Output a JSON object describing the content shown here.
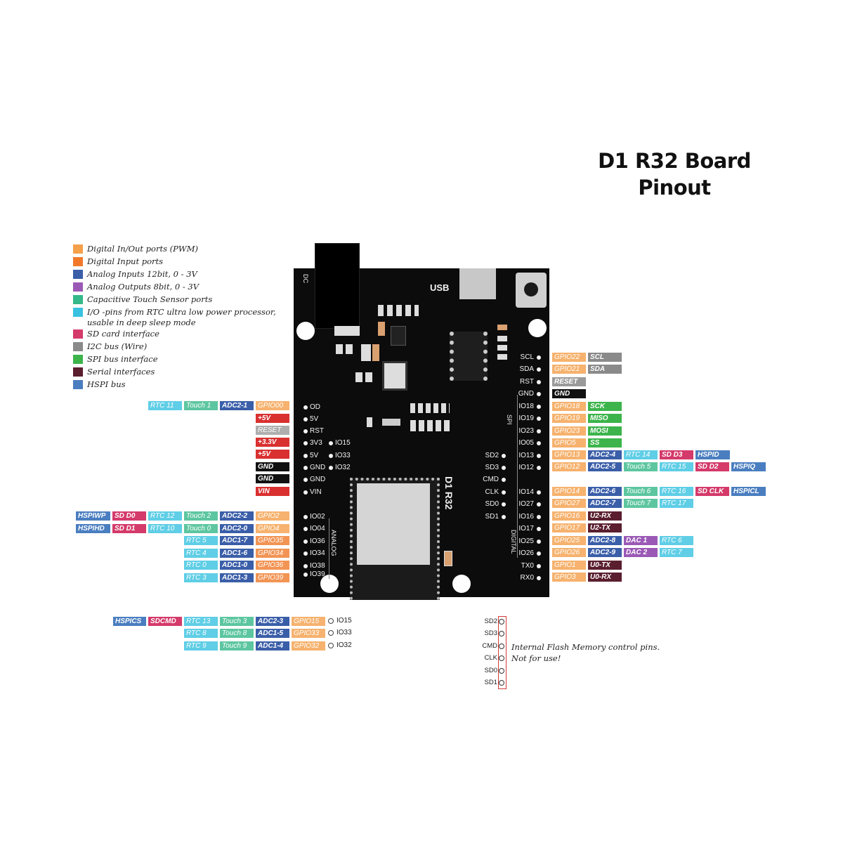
{
  "title": {
    "line1": "D1 R32 Board",
    "line2": "Pinout"
  },
  "colors": {
    "pwm": "#f5a04a",
    "input": "#f07a2a",
    "analog_in": "#3a5ea8",
    "analog_out": "#9b59b6",
    "touch": "#35b88a",
    "rtc": "#38c2e0",
    "sd": "#d43a6a",
    "i2c": "#8a8a8a",
    "spi": "#3cb44b",
    "serial": "#5a1e2e",
    "hspi": "#4a7ec0",
    "power": "#d93030",
    "gnd": "#111111",
    "reset": "#9a9a9a"
  },
  "legend": [
    {
      "text": "Digital In/Out ports (PWM)",
      "color": "#f5a04a"
    },
    {
      "text": "Digital Input ports",
      "color": "#f07a2a"
    },
    {
      "text": "Analog Inputs 12bit, 0 - 3V",
      "color": "#3a5ea8"
    },
    {
      "text": "Analog Outputs 8bit, 0 - 3V",
      "color": "#9b59b6"
    },
    {
      "text": "Capacitive Touch Sensor ports",
      "color": "#35b88a"
    },
    {
      "text": "I/O -pins from RTC ultra low power processor,",
      "text2": "usable in deep sleep mode",
      "color": "#38c2e0"
    },
    {
      "text": "SD card interface",
      "color": "#d43a6a"
    },
    {
      "text": "I2C bus (Wire)",
      "color": "#8a8a8a"
    },
    {
      "text": "SPI bus interface",
      "color": "#3cb44b"
    },
    {
      "text": "Serial interfaces",
      "color": "#5a1e2e"
    },
    {
      "text": "HSPI bus",
      "color": "#4a7ec0"
    }
  ],
  "board": {
    "usb": "USB",
    "dc": "DC",
    "name": "D1 R32",
    "spi": "SPI",
    "analog": "ANALOG",
    "digital": "DIGITAL",
    "left_pins": [
      "OD",
      "5V",
      "RST",
      "3V3",
      "5V",
      "GND",
      "GND",
      "VIN",
      "IO02",
      "IO04",
      "IO36",
      "IO34",
      "IO38",
      "IO39"
    ],
    "mid_pins": [
      "IO15",
      "IO33",
      "IO32"
    ],
    "inner_pins": [
      "SD2",
      "SD3",
      "CMD",
      "CLK",
      "SD0",
      "SD1"
    ],
    "right_pins": [
      "SCL",
      "SDA",
      "RST",
      "GND",
      "IO18",
      "IO19",
      "IO23",
      "IO05",
      "IO13",
      "IO12",
      "IO14",
      "IO27",
      "IO16",
      "IO17",
      "IO25",
      "IO26",
      "TX0",
      "RX0"
    ]
  },
  "left_tags": [
    [
      [
        "RTC 11",
        "rtc",
        1
      ],
      [
        "Touch 1",
        "touch",
        1
      ],
      [
        "ADC2-1",
        "analog_in",
        0
      ],
      [
        "GPIO00",
        "pwm",
        1
      ]
    ],
    [
      [
        "+5V",
        "power",
        0
      ]
    ],
    [
      [
        "RESET",
        "reset",
        1
      ]
    ],
    [
      [
        "+3.3V",
        "power",
        0
      ]
    ],
    [
      [
        "+5V",
        "power",
        0
      ]
    ],
    [
      [
        "GND",
        "gnd",
        0
      ]
    ],
    [
      [
        "GND",
        "gnd",
        0
      ]
    ],
    [
      [
        "VIN",
        "power",
        0
      ]
    ],
    [
      [
        "HSPIWP",
        "hspi",
        0
      ],
      [
        "SD D0",
        "sd",
        0
      ],
      [
        "RTC 12",
        "rtc",
        1
      ],
      [
        "Touch 2",
        "touch",
        1
      ],
      [
        "ADC2-2",
        "analog_in",
        0
      ],
      [
        "GPIO2",
        "pwm",
        1
      ]
    ],
    [
      [
        "HSPIHD",
        "hspi",
        0
      ],
      [
        "SD D1",
        "sd",
        0
      ],
      [
        "RTC 10",
        "rtc",
        1
      ],
      [
        "Touch 0",
        "touch",
        1
      ],
      [
        "ADC2-0",
        "analog_in",
        0
      ],
      [
        "GPIO4",
        "pwm",
        1
      ]
    ],
    [
      [
        "RTC 5",
        "rtc",
        1
      ],
      [
        "ADC1-7",
        "analog_in",
        0
      ],
      [
        "GPIO35",
        "input",
        1
      ]
    ],
    [
      [
        "RTC 4",
        "rtc",
        1
      ],
      [
        "ADC1-6",
        "analog_in",
        0
      ],
      [
        "GPIO34",
        "input",
        1
      ]
    ],
    [
      [
        "RTC 0",
        "rtc",
        1
      ],
      [
        "ADC1-0",
        "analog_in",
        0
      ],
      [
        "GPIO36",
        "input",
        1
      ]
    ],
    [
      [
        "RTC 3",
        "rtc",
        1
      ],
      [
        "ADC1-3",
        "analog_in",
        0
      ],
      [
        "GPIO39",
        "input",
        1
      ]
    ]
  ],
  "right_tags": [
    [
      [
        "GPIO22",
        "pwm",
        1
      ],
      [
        "SCL",
        "i2c",
        0
      ]
    ],
    [
      [
        "GPIO21",
        "pwm",
        1
      ],
      [
        "SDA",
        "i2c",
        0
      ]
    ],
    [
      [
        "RESET",
        "reset",
        0
      ]
    ],
    [
      [
        "GND",
        "gnd",
        0
      ]
    ],
    [
      [
        "GPIO18",
        "pwm",
        1
      ],
      [
        "SCK",
        "spi",
        0
      ]
    ],
    [
      [
        "GPIO19",
        "pwm",
        1
      ],
      [
        "MISO",
        "spi",
        0
      ]
    ],
    [
      [
        "GPIO23",
        "pwm",
        1
      ],
      [
        "MOSI",
        "spi",
        0
      ]
    ],
    [
      [
        "GPIO5",
        "pwm",
        1
      ],
      [
        "SS",
        "spi",
        0
      ]
    ],
    [
      [
        "GPIO13",
        "pwm",
        1
      ],
      [
        "ADC2-4",
        "analog_in",
        0
      ],
      [
        "RTC 14",
        "rtc",
        1
      ],
      [
        "SD D3",
        "sd",
        0
      ],
      [
        "HSPID",
        "hspi",
        0
      ]
    ],
    [
      [
        "GPIO12",
        "pwm",
        1
      ],
      [
        "ADC2-5",
        "analog_in",
        0
      ],
      [
        "Touch 5",
        "touch",
        1
      ],
      [
        "RTC 15",
        "rtc",
        1
      ],
      [
        "SD D2",
        "sd",
        0
      ],
      [
        "HSPIQ",
        "hspi",
        0
      ]
    ],
    [
      [
        "GPIO14",
        "pwm",
        1
      ],
      [
        "ADC2-6",
        "analog_in",
        0
      ],
      [
        "Touch 6",
        "touch",
        1
      ],
      [
        "RTC 16",
        "rtc",
        1
      ],
      [
        "SD CLK",
        "sd",
        0
      ],
      [
        "HSPICL",
        "hspi",
        0
      ]
    ],
    [
      [
        "GPIO27",
        "pwm",
        1
      ],
      [
        "ADC2-7",
        "analog_in",
        0
      ],
      [
        "Touch 7",
        "touch",
        1
      ],
      [
        "RTC 17",
        "rtc",
        1
      ]
    ],
    [
      [
        "GPIO16",
        "pwm",
        1
      ],
      [
        "U2-RX",
        "serial",
        0
      ]
    ],
    [
      [
        "GPIO17",
        "pwm",
        1
      ],
      [
        "U2-TX",
        "serial",
        0
      ]
    ],
    [
      [
        "GPIO25",
        "pwm",
        1
      ],
      [
        "ADC2-8",
        "analog_in",
        0
      ],
      [
        "DAC 1",
        "analog_out",
        0
      ],
      [
        "RTC 6",
        "rtc",
        1
      ]
    ],
    [
      [
        "GPIO26",
        "pwm",
        1
      ],
      [
        "ADC2-9",
        "analog_in",
        0
      ],
      [
        "DAC 2",
        "analog_out",
        0
      ],
      [
        "RTC 7",
        "rtc",
        1
      ]
    ],
    [
      [
        "GPIO1",
        "pwm",
        1
      ],
      [
        "U0-TX",
        "serial",
        0
      ]
    ],
    [
      [
        "GPIO3",
        "pwm",
        1
      ],
      [
        "U0-RX",
        "serial",
        0
      ]
    ]
  ],
  "bottom_tags": [
    {
      "pin": "IO15",
      "tags": [
        [
          "HSPICS",
          "hspi",
          0
        ],
        [
          "SDCMD",
          "sd",
          0
        ],
        [
          "RTC 13",
          "rtc",
          1
        ],
        [
          "Touch 3",
          "touch",
          1
        ],
        [
          "ADC2-3",
          "analog_in",
          0
        ],
        [
          "GPIO15",
          "pwm",
          1
        ]
      ]
    },
    {
      "pin": "IO33",
      "tags": [
        [
          "RTC 8",
          "rtc",
          1
        ],
        [
          "Touch 8",
          "touch",
          1
        ],
        [
          "ADC1-5",
          "analog_in",
          0
        ],
        [
          "GPIO33",
          "pwm",
          1
        ]
      ]
    },
    {
      "pin": "IO32",
      "tags": [
        [
          "RTC 9",
          "rtc",
          1
        ],
        [
          "Touch 9",
          "touch",
          1
        ],
        [
          "ADC1-4",
          "analog_in",
          0
        ],
        [
          "GPIO32",
          "pwm",
          1
        ]
      ]
    }
  ],
  "flash": {
    "pins": [
      "SD2",
      "SD3",
      "CMD",
      "CLK",
      "SD0",
      "SD1"
    ],
    "note1": "Internal Flash Memory control pins.",
    "note2": "Not for use!"
  }
}
